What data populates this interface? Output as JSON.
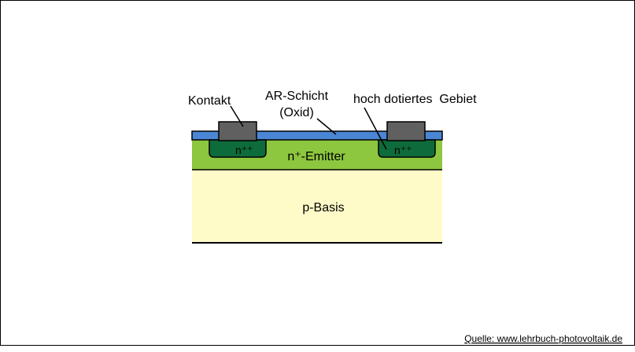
{
  "diagram": {
    "labels": {
      "kontakt": "Kontakt",
      "ar_schicht": "AR-Schicht",
      "oxid": "(Oxid)",
      "hoch_dotiert": "hoch dotiertes  Gebiet",
      "n_plus_plus_left": "n⁺⁺",
      "n_plus_plus_right": "n⁺⁺",
      "emitter": "n⁺-Emitter",
      "basis": "p-Basis"
    },
    "source": "Quelle: www.lehrbuch-photovoltaik.de",
    "colors": {
      "ar_layer": "#4a86d4",
      "emitter": "#8dc63f",
      "highly_doped": "#0e6b3b",
      "contact": "#606060",
      "base": "#fffbc8"
    }
  }
}
